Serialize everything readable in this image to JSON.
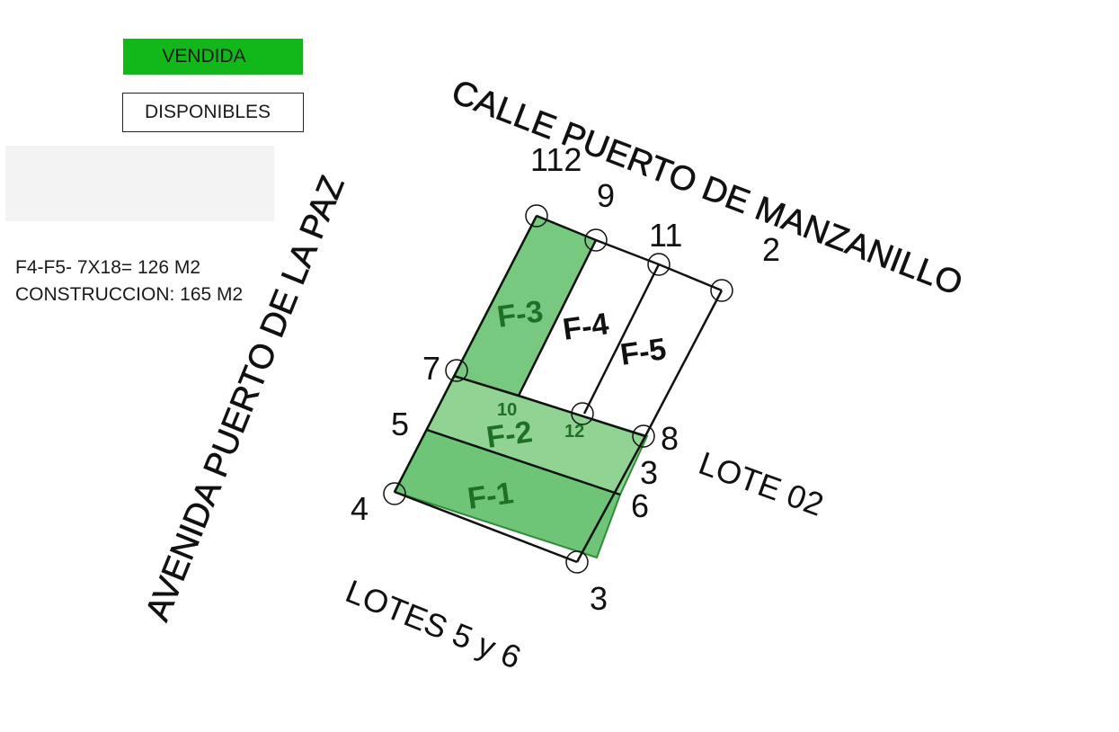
{
  "legend": {
    "sold_label": "VENDIDA",
    "available_label": "DISPONIBLES",
    "sold_color": "#12b81a",
    "available_color": "#ffffff"
  },
  "info": {
    "line1": "F4-F5- 7X18= 126 M2",
    "line2": "CONSTRUCCION: 165 M2"
  },
  "map": {
    "streets": {
      "top": "CALLE PUERTO DE MANZANILLO",
      "left": "AVENIDA  PUERTO DE LA PAZ"
    },
    "neighbors": {
      "right": "LOTE 02",
      "bottom": "LOTES  5 y 6"
    },
    "fractions": [
      {
        "id": "F-1",
        "status": "sold"
      },
      {
        "id": "F-2",
        "status": "sold"
      },
      {
        "id": "F-3",
        "status": "sold"
      },
      {
        "id": "F-4",
        "status": "available"
      },
      {
        "id": "F-5",
        "status": "available"
      }
    ],
    "vertex_labels": [
      "112",
      "9",
      "11",
      "2",
      "7",
      "10",
      "12",
      "5",
      "8",
      "3",
      "4",
      "6",
      "3"
    ]
  }
}
